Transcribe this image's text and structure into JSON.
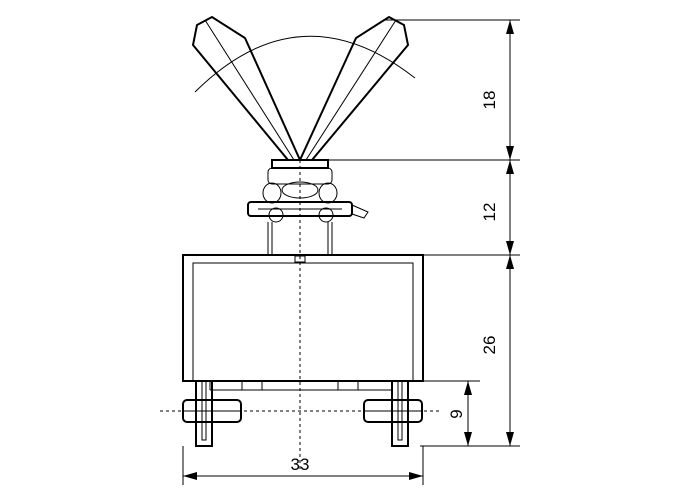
{
  "dimensions": {
    "lever_height": "18",
    "bushing_height": "12",
    "body_height": "26",
    "terminal_height": "9",
    "body_width": "33"
  }
}
